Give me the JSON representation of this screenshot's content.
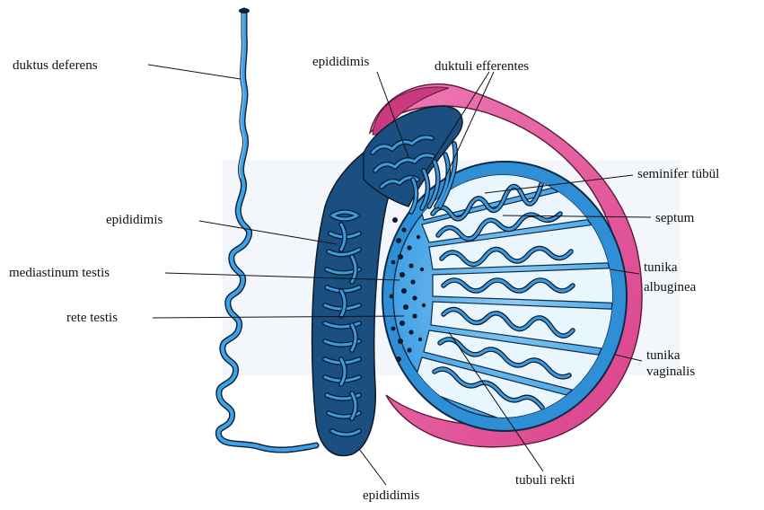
{
  "labels": {
    "duktus_deferens": "duktus deferens",
    "epididimis_top": "epididimis",
    "duktuli_efferentes": "duktuli efferentes",
    "seminifer_tubul": "seminifer tübül",
    "septum": "septum",
    "tunika_albuginea_1": "tunika",
    "tunika_albuginea_2": "albuginea",
    "tunika_vaginalis_1": "tunika",
    "tunika_vaginalis_2": "vaginalis",
    "epididimis_mid": "epididimis",
    "mediastinum_testis": "mediastinum testis",
    "rete_testis": "rete testis",
    "tubuli_rekti": "tubuli rekti",
    "epididimis_bottom": "epididimis"
  },
  "colors": {
    "duct_blue": "#3ea2e6",
    "duct_outline": "#0d1f33",
    "tunica_pink": "#e05a9c",
    "testis_fill": "#6fbdf0",
    "lobule_fill": "#eaf6fd"
  }
}
